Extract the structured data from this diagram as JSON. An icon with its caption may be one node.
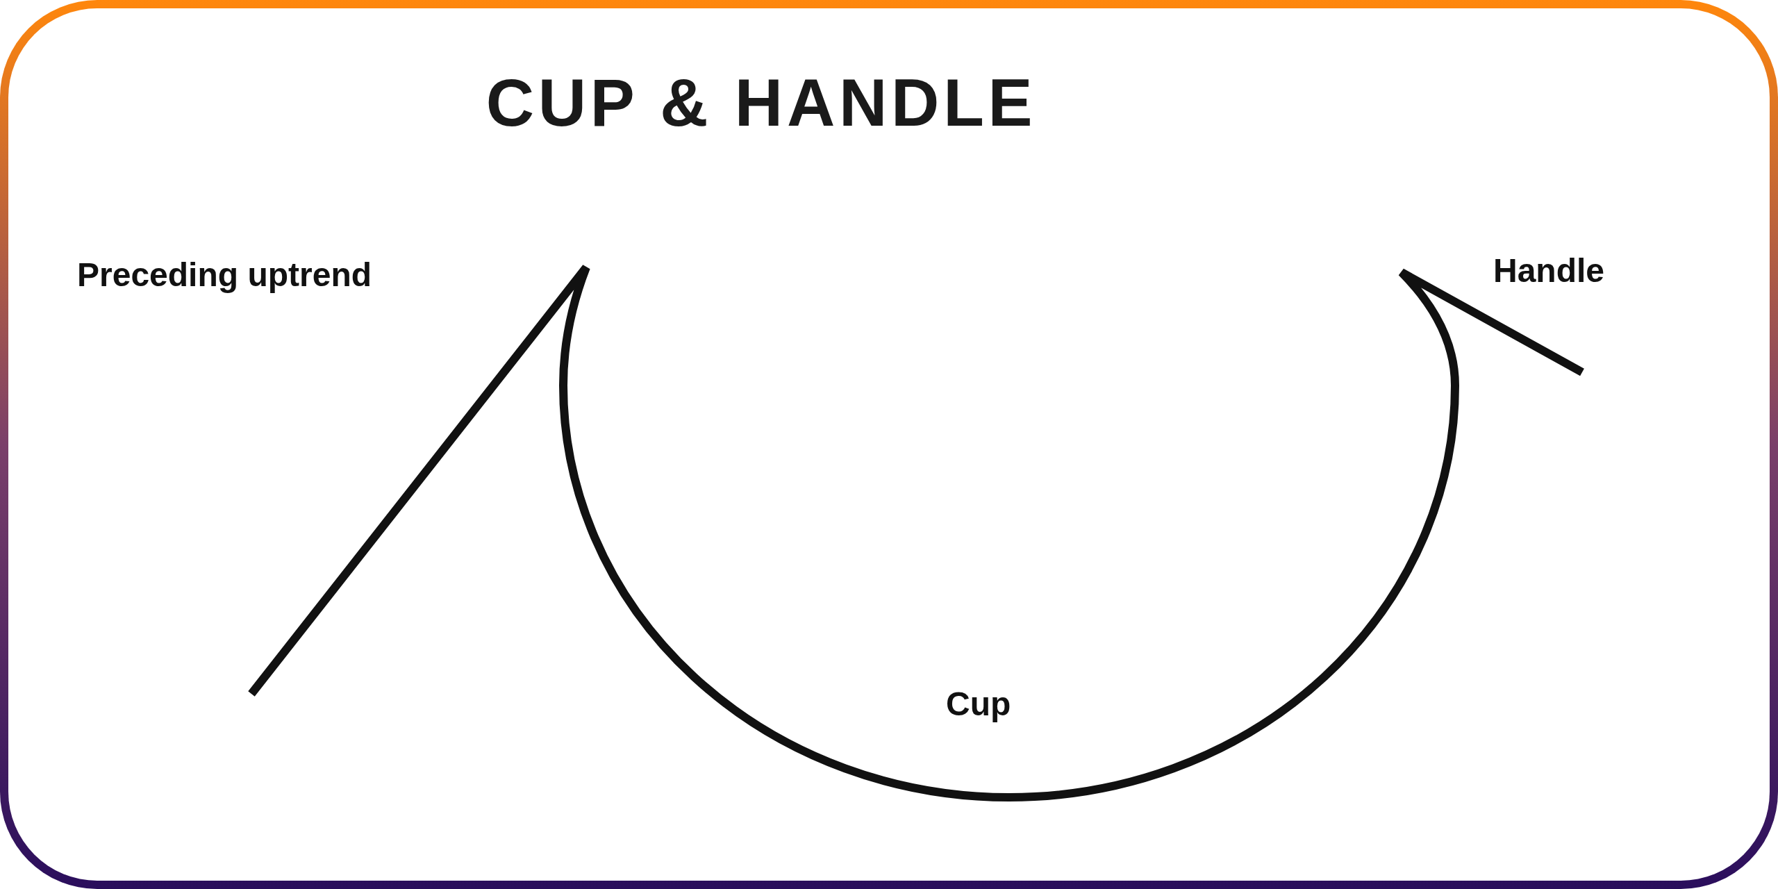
{
  "diagram": {
    "title": "CUP & HANDLE",
    "labels": [
      "Preceding uptrend",
      "Handle",
      "Cup"
    ]
  }
}
